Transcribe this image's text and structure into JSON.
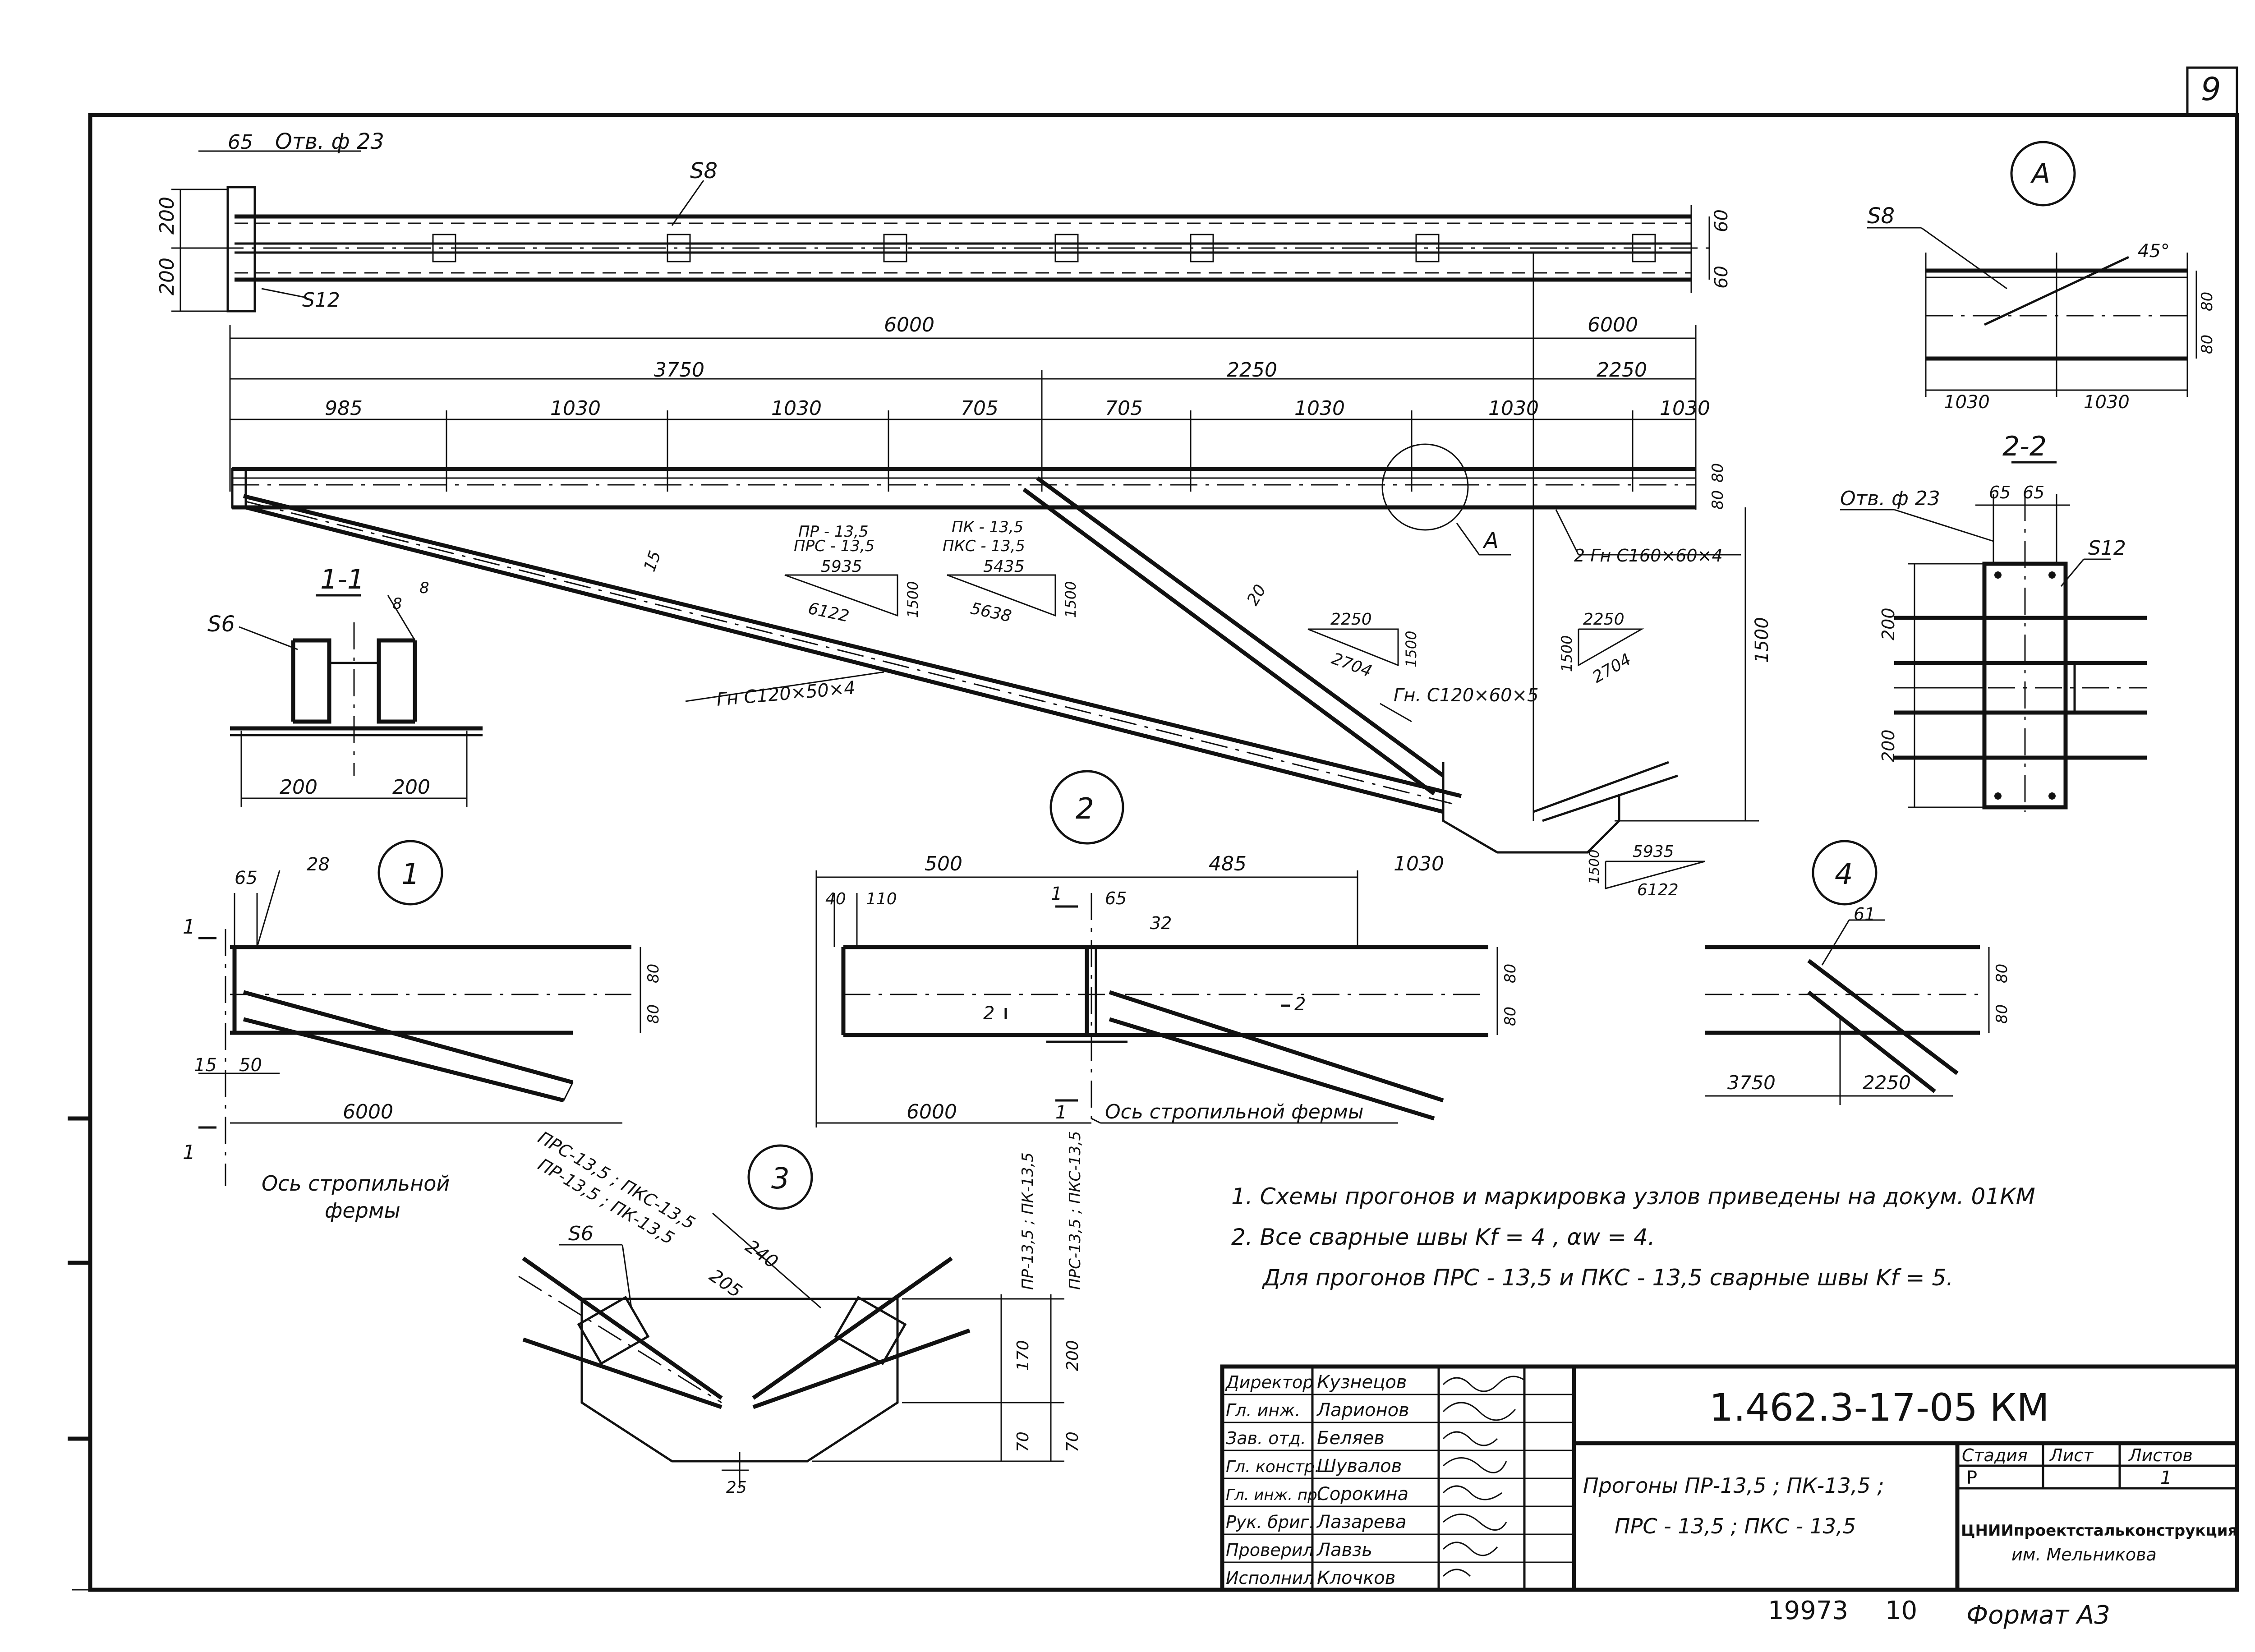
{
  "sheet": {
    "sheet_corner": "9",
    "bottom_code": "19973",
    "bottom_num": "10",
    "format": "Формат А3"
  },
  "top_plan": {
    "dim_65": "65",
    "hole": "Отв. ф 23",
    "s8": "S8",
    "s12": "S12",
    "d200a": "200",
    "d200b": "200",
    "d60a": "60",
    "d60b": "60",
    "d6000a": "6000",
    "d6000b": "6000"
  },
  "elevation": {
    "d3750": "3750",
    "d2250a": "2250",
    "d2250b": "2250",
    "spans": [
      "985",
      "1030",
      "1030",
      "705",
      "705",
      "1030",
      "1030",
      "1030"
    ],
    "d80a": "80",
    "d80b": "80",
    "d1500": "1500",
    "marker_a": "А",
    "profile_top": "2 Гн С160×60×4",
    "profile_diag1": "Гн С120×50×4",
    "profile_diag2": "Гн. С120×60×5",
    "weld15": "15",
    "weld20": "20",
    "tri1": {
      "l1": "ПР - 13,5",
      "l2": "ПРС - 13,5",
      "a": "5935",
      "b": "1500",
      "c": "6122"
    },
    "tri2": {
      "l1": "ПК - 13,5",
      "l2": "ПКС - 13,5",
      "a": "5435",
      "b": "1500",
      "c": "5638"
    },
    "tri3": {
      "a": "2250",
      "b": "1500",
      "c": "2704"
    },
    "tri4": {
      "a": "2250",
      "b": "1500",
      "c": "2704"
    },
    "tri5": {
      "a": "5935",
      "b": "1500",
      "c": "6122"
    }
  },
  "section11": {
    "title": "1-1",
    "s6": "S6",
    "w8a": "8",
    "w8b": "8",
    "d200a": "200",
    "d200b": "200"
  },
  "node_a": {
    "circle": "А",
    "s8": "S8",
    "angle": "45°",
    "d80a": "80",
    "d80b": "80",
    "d1030a": "1030",
    "d1030b": "1030"
  },
  "section22": {
    "title": "2-2",
    "hole": "Отв. ф 23",
    "d65a": "65",
    "d65b": "65",
    "s12": "S12",
    "d200a": "200",
    "d200b": "200"
  },
  "node1": {
    "circle": "1",
    "d65": "65",
    "d28": "28",
    "cut": "1",
    "cut2": "1",
    "d80a": "80",
    "d80b": "80",
    "d15": "15",
    "d50": "50",
    "d6000": "6000",
    "axis": "Ось стропильной",
    "axis2": "фермы"
  },
  "node2": {
    "circle": "2",
    "d500": "500",
    "d485": "485",
    "d1030": "1030",
    "d40": "40",
    "d110": "110",
    "cut": "1",
    "cut2": "1",
    "d65": "65",
    "d32": "32",
    "sec": "2",
    "sec2": "2",
    "d80a": "80",
    "d80b": "80",
    "d6000": "6000",
    "axis": "Ось стропильной фермы"
  },
  "node3": {
    "circle": "3",
    "lbl1": "ПРС-13,5 ; ПКС-13,5",
    "lbl2": "ПР-13,5 ; ПК-13,5",
    "s6": "S6",
    "d240": "240",
    "d205": "205",
    "d25": "25",
    "v1": "ПР-13,5 ; ПК-13,5",
    "v2": "ПРС-13,5 ; ПКС-13,5",
    "d170": "170",
    "d200": "200",
    "d70a": "70",
    "d70b": "70"
  },
  "node4": {
    "circle": "4",
    "d61": "61",
    "d80a": "80",
    "d80b": "80",
    "d3750": "3750",
    "d2250": "2250"
  },
  "notes": {
    "n1": "1. Схемы прогонов и маркировка узлов приведены на докум. 01КМ",
    "n2": "2. Все сварные швы Kf = 4 , αw = 4.",
    "n3": "Для прогонов ПРС - 13,5 и ПКС - 13,5 сварные швы Kf = 5."
  },
  "title_block": {
    "rows": [
      {
        "role": "Директор",
        "name": "Кузнецов"
      },
      {
        "role": "Гл. инж.",
        "name": "Ларионов"
      },
      {
        "role": "Зав. отд.",
        "name": "Беляев"
      },
      {
        "role": "Гл. констр.",
        "name": "Шувалов"
      },
      {
        "role": "Гл. инж. пр.",
        "name": "Сорокина"
      },
      {
        "role": "Рук. бриг.",
        "name": "Лазарева"
      },
      {
        "role": "Проверил",
        "name": "Лавзь"
      },
      {
        "role": "Исполнил",
        "name": "Клочков"
      }
    ],
    "doc_code": "1.462.3-17-05 КМ",
    "stage_h": "Стадия",
    "sheet_h": "Лист",
    "sheets_h": "Листов",
    "stage": "Р",
    "sheets": "1",
    "title1": "Прогоны ПР-13,5 ; ПК-13,5 ;",
    "title2": "ПРС - 13,5 ; ПКС - 13,5",
    "org1": "ЦНИИпроектстальконструкция",
    "org2": "им. Мельникова"
  }
}
